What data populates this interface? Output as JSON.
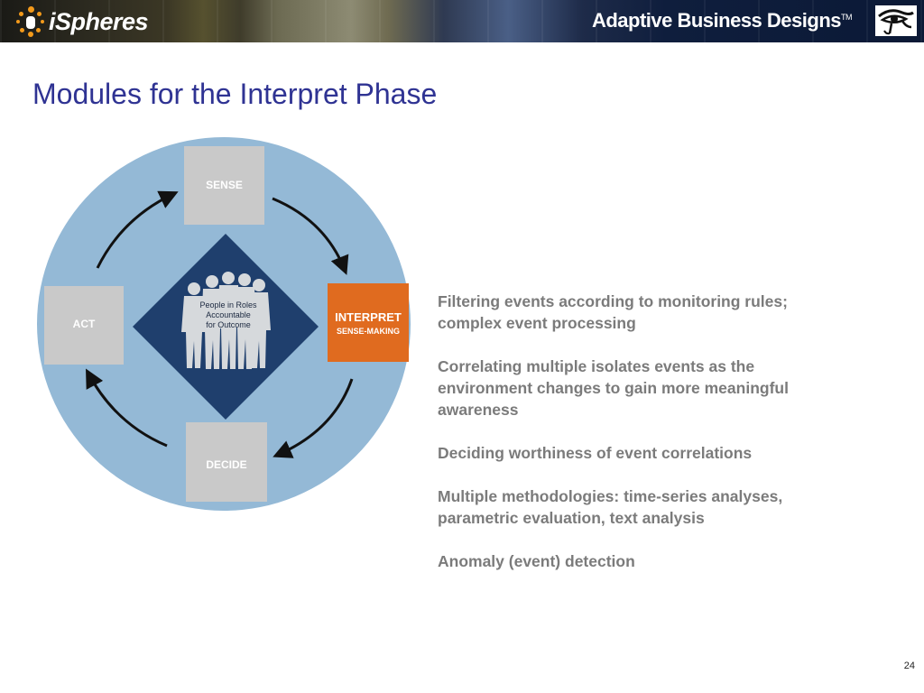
{
  "header": {
    "logo_text": "iSpheres",
    "brand_text": "Adaptive Business Designs",
    "trademark": "TM"
  },
  "slide": {
    "title": "Modules for the Interpret Phase",
    "page_number": "24"
  },
  "diagram": {
    "sense": "SENSE",
    "interpret": "INTERPRET",
    "sense_making": "SENSE-MAKING",
    "decide": "DECIDE",
    "act": "ACT",
    "center_line1": "People in Roles",
    "center_line2": "Accountable",
    "center_line3": "for Outcome"
  },
  "bullets": [
    "Filtering events according to monitoring rules; complex event processing",
    "Correlating multiple isolates events as the environment changes to gain more meaningful awareness",
    "Deciding worthiness of event correlations",
    "Multiple methodologies: time-series analyses, parametric evaluation, text analysis",
    "Anomaly (event) detection"
  ],
  "colors": {
    "title": "#2f3393",
    "circle": "#94b9d6",
    "diamond": "#1f3f6d",
    "interpret_box": "#e06b1f",
    "grey_box": "#c9c9c9",
    "bullet_text": "#7b7b7b"
  }
}
